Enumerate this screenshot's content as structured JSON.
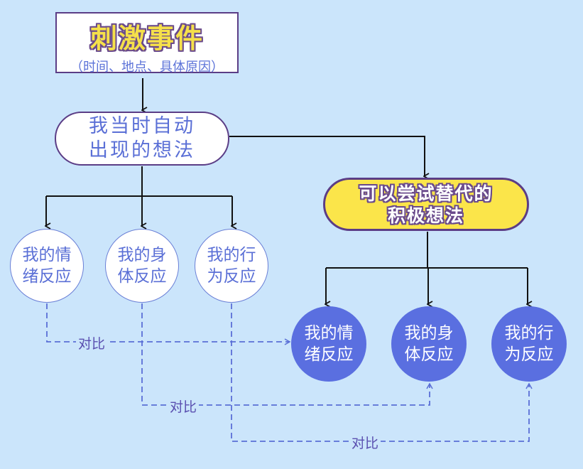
{
  "stimulus": {
    "title": "刺激事件",
    "subtitle": "（时间、地点、具体原因）"
  },
  "automatic_thought": {
    "line1": "我当时自动",
    "line2": "出现的想法"
  },
  "alternative_thought": {
    "line1": "可以尝试替代的",
    "line2": "积极想法"
  },
  "original_reactions": [
    {
      "line1": "我的情",
      "line2": "绪反应"
    },
    {
      "line1": "我的身",
      "line2": "体反应"
    },
    {
      "line1": "我的行",
      "line2": "为反应"
    }
  ],
  "new_reactions": [
    {
      "line1": "我的情",
      "line2": "绪反应"
    },
    {
      "line1": "我的身",
      "line2": "体反应"
    },
    {
      "line1": "我的行",
      "line2": "为反应"
    }
  ],
  "comparisons": [
    {
      "label": "对比"
    },
    {
      "label": "对比"
    },
    {
      "label": "对比"
    }
  ],
  "colors": {
    "background": "#cbe5fb",
    "accent_blue": "#5a6fe0",
    "accent_yellow": "#fbe54a",
    "outline_purple": "#5b3d86"
  }
}
